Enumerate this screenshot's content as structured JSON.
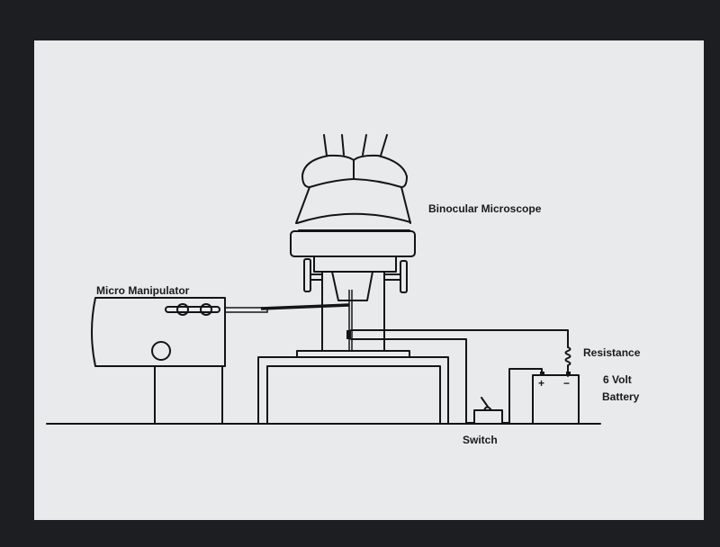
{
  "labels": {
    "microscope": "Binocular Microscope",
    "manipulator": "Micro Manipulator",
    "resistance": "Resistance",
    "battery_line1": "6 Volt",
    "battery_line2": "Battery",
    "switch": "Switch",
    "plus": "+",
    "minus": "−"
  },
  "colors": {
    "background": "#1d1e21",
    "paper": "#e9eaec",
    "ink": "#141414"
  }
}
